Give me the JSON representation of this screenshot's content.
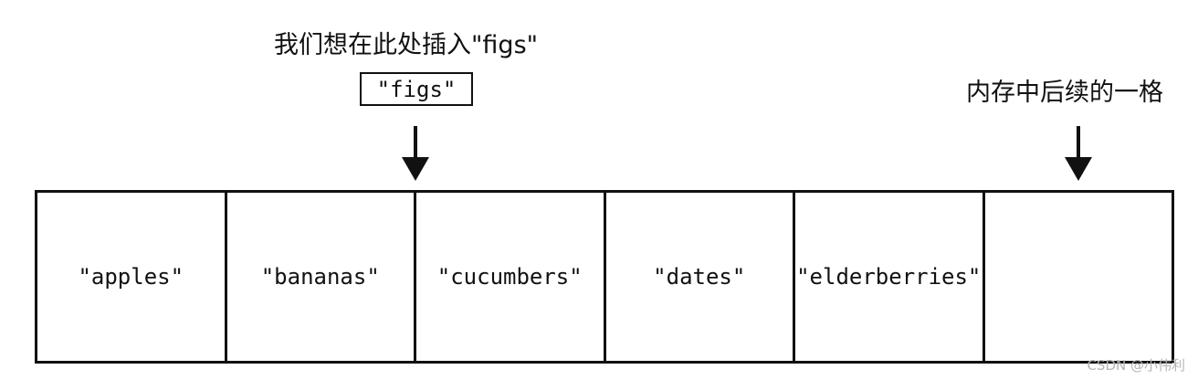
{
  "insert_caption": "我们想在此处插入\"figs\"",
  "new_item": "\"figs\"",
  "next_slot_caption": "内存中后续的一格",
  "cells": [
    "\"apples\"",
    "\"bananas\"",
    "\"cucumbers\"",
    "\"dates\"",
    "\"elderberries\"",
    ""
  ],
  "watermark": "CSDN @小伟利"
}
